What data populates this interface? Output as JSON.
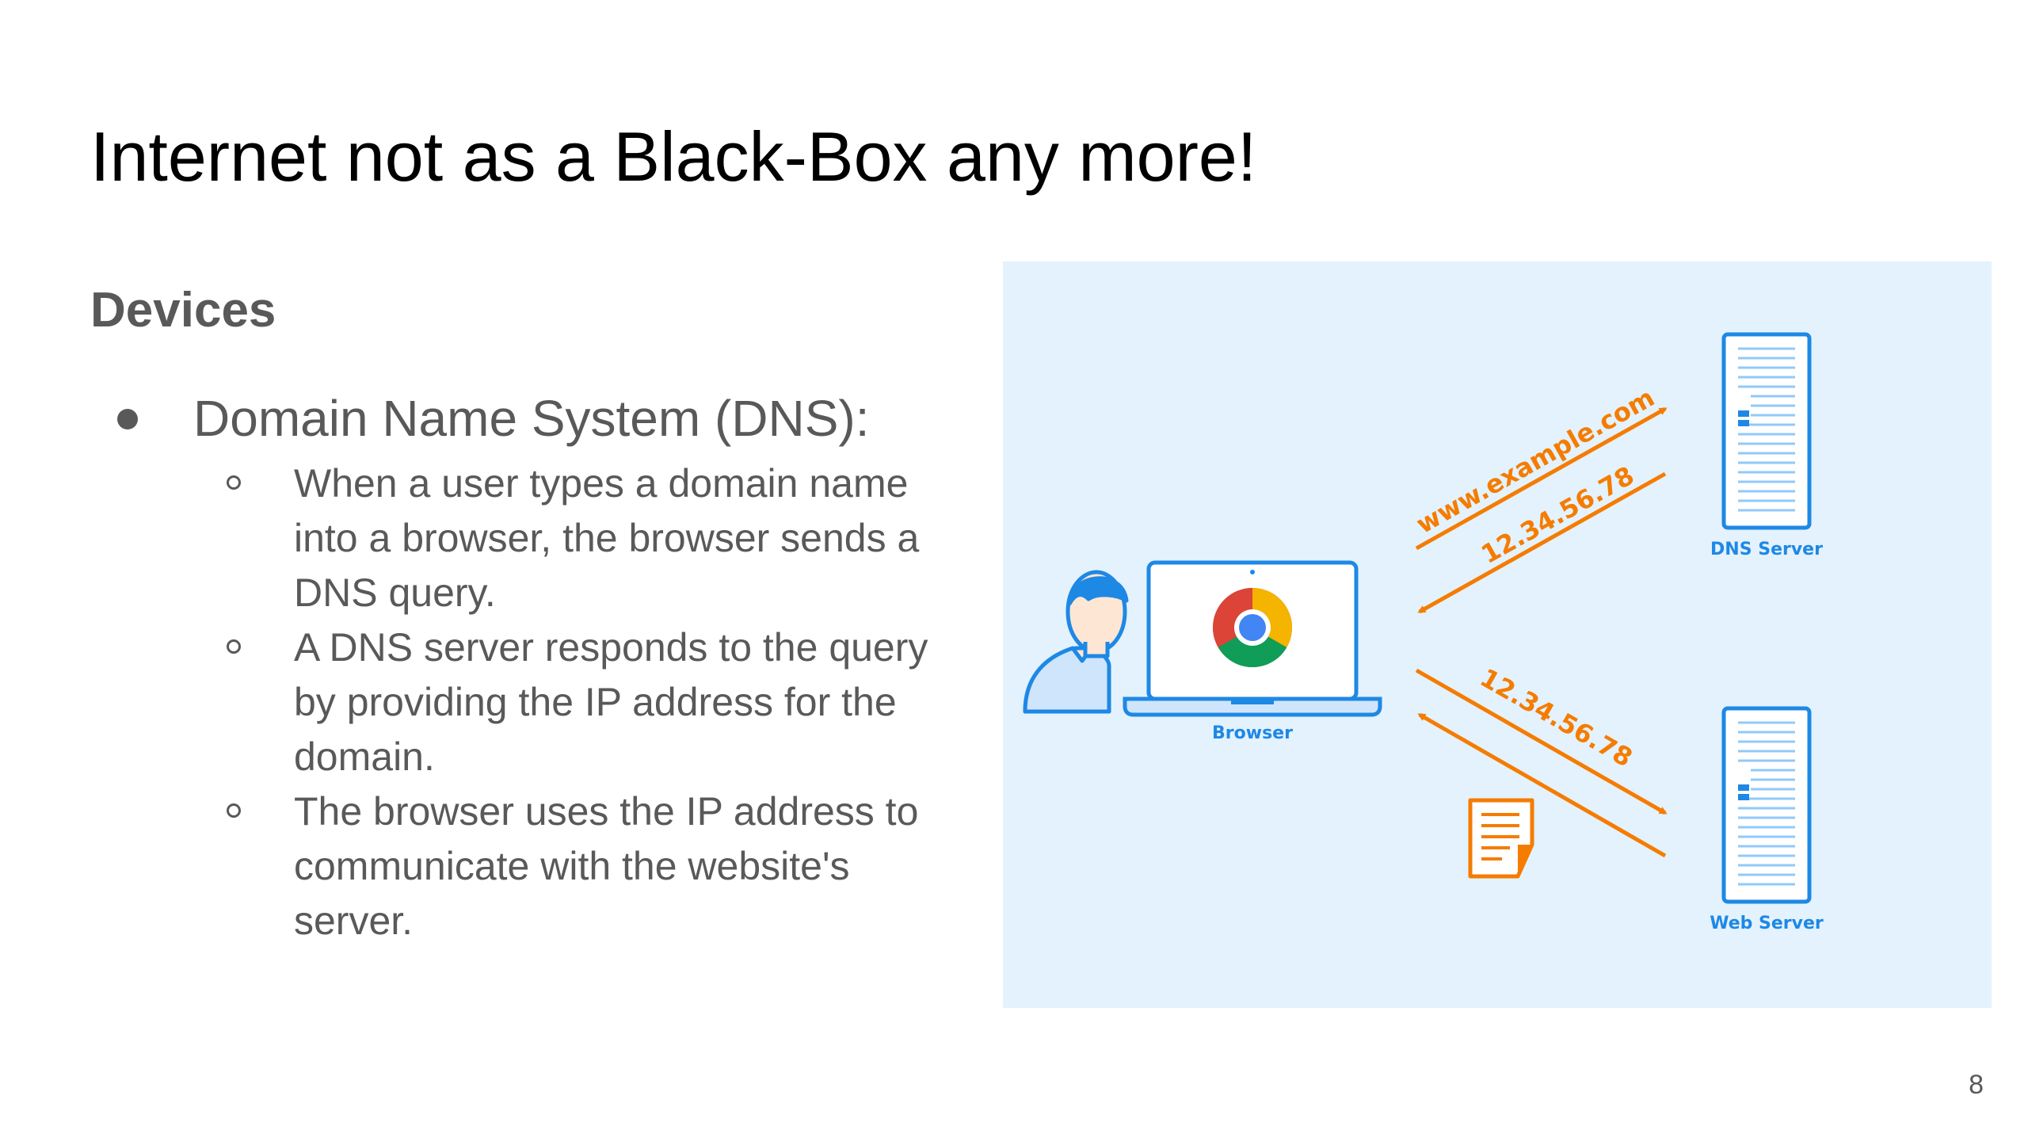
{
  "slide": {
    "title": "Internet not as a Black-Box any more!",
    "section_heading": "Devices",
    "bullet": "Domain Name System (DNS):",
    "sub_bullets": [
      "When a user types a domain name into a browser, the browser sends a DNS query.",
      "A DNS server responds to the query by providing the IP address for the domain.",
      "The browser uses the IP address to communicate with the website's server."
    ],
    "page_number": "8"
  },
  "diagram": {
    "browser_label": "Browser",
    "dns_server_label": "DNS Server",
    "web_server_label": "Web Server",
    "query_label": "www.example.com",
    "dns_response_label": "12.34.56.78",
    "web_request_label": "12.34.56.78",
    "icons": [
      "user-icon",
      "laptop-icon",
      "chrome-icon",
      "server-icon",
      "document-icon"
    ],
    "colors": {
      "background": "#e3f2fd",
      "blue": "#1e88e5",
      "orange": "#f57c00"
    }
  }
}
